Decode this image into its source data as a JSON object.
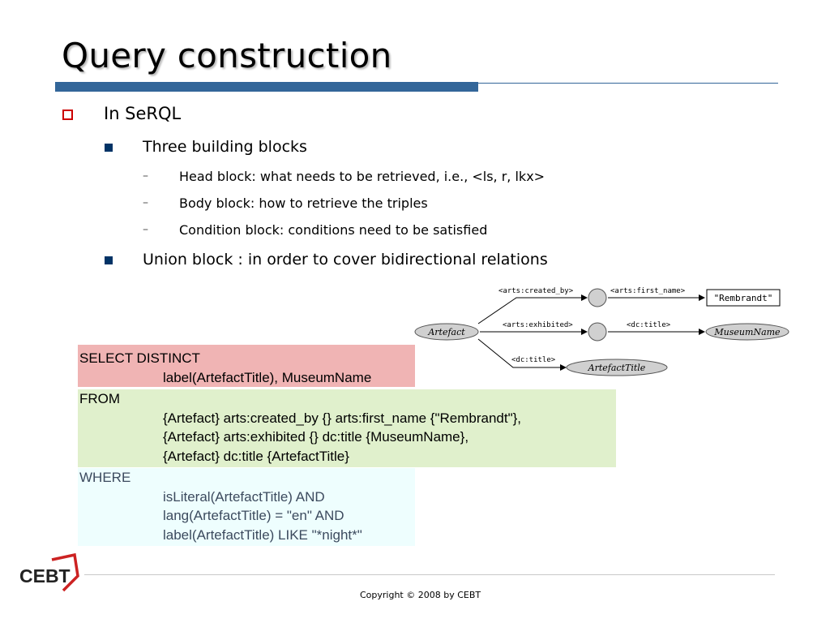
{
  "slide": {
    "title": "Query construction",
    "bullets": {
      "l1": "In SeRQL",
      "l2_blocks": "Three building blocks",
      "l3": [
        "Head block: what needs to be retrieved, i.e., <ls, r, lkx>",
        "Body block: how to retrieve the triples",
        "Condition block: conditions need to be satisfied"
      ],
      "l2_union": "Union block : in order to cover bidirectional relations"
    },
    "dash": "–"
  },
  "diagram": {
    "nodes": {
      "artefact": "Artefact",
      "rembrandt": "\"Rembrandt\"",
      "museum_name": "MuseumName",
      "artefact_title": "ArtefactTitle"
    },
    "edges": {
      "created_by": "<arts:created_by>",
      "first_name": "<arts:first_name>",
      "exhibited": "<arts:exhibited>",
      "dc_title_1": "<dc:title>",
      "dc_title_2": "<dc:title>"
    }
  },
  "query": {
    "select": {
      "keyword": "SELECT DISTINCT",
      "line1": "label(ArtefactTitle), MuseumName"
    },
    "from": {
      "keyword": "FROM",
      "lines": [
        "{Artefact} arts:created_by {} arts:first_name {\"Rembrandt\"},",
        "{Artefact} arts:exhibited {} dc:title {MuseumName},",
        "{Artefact} dc:title {ArtefactTitle}"
      ]
    },
    "where": {
      "keyword": "WHERE",
      "lines": [
        "isLiteral(ArtefactTitle) AND",
        "lang(ArtefactTitle) = \"en\" AND",
        "label(ArtefactTitle) LIKE \"*night*\""
      ]
    }
  },
  "footer": {
    "logo": "CEBT",
    "copyright": "Copyright © 2008 by CEBT"
  },
  "colors": {
    "title_bar": "#336699",
    "select_bg": "#f0b4b4",
    "from_bg": "#e0f0cc",
    "where_bg": "#eefefe",
    "bullet_red": "#cc0000",
    "logo_red": "#cc2222"
  }
}
